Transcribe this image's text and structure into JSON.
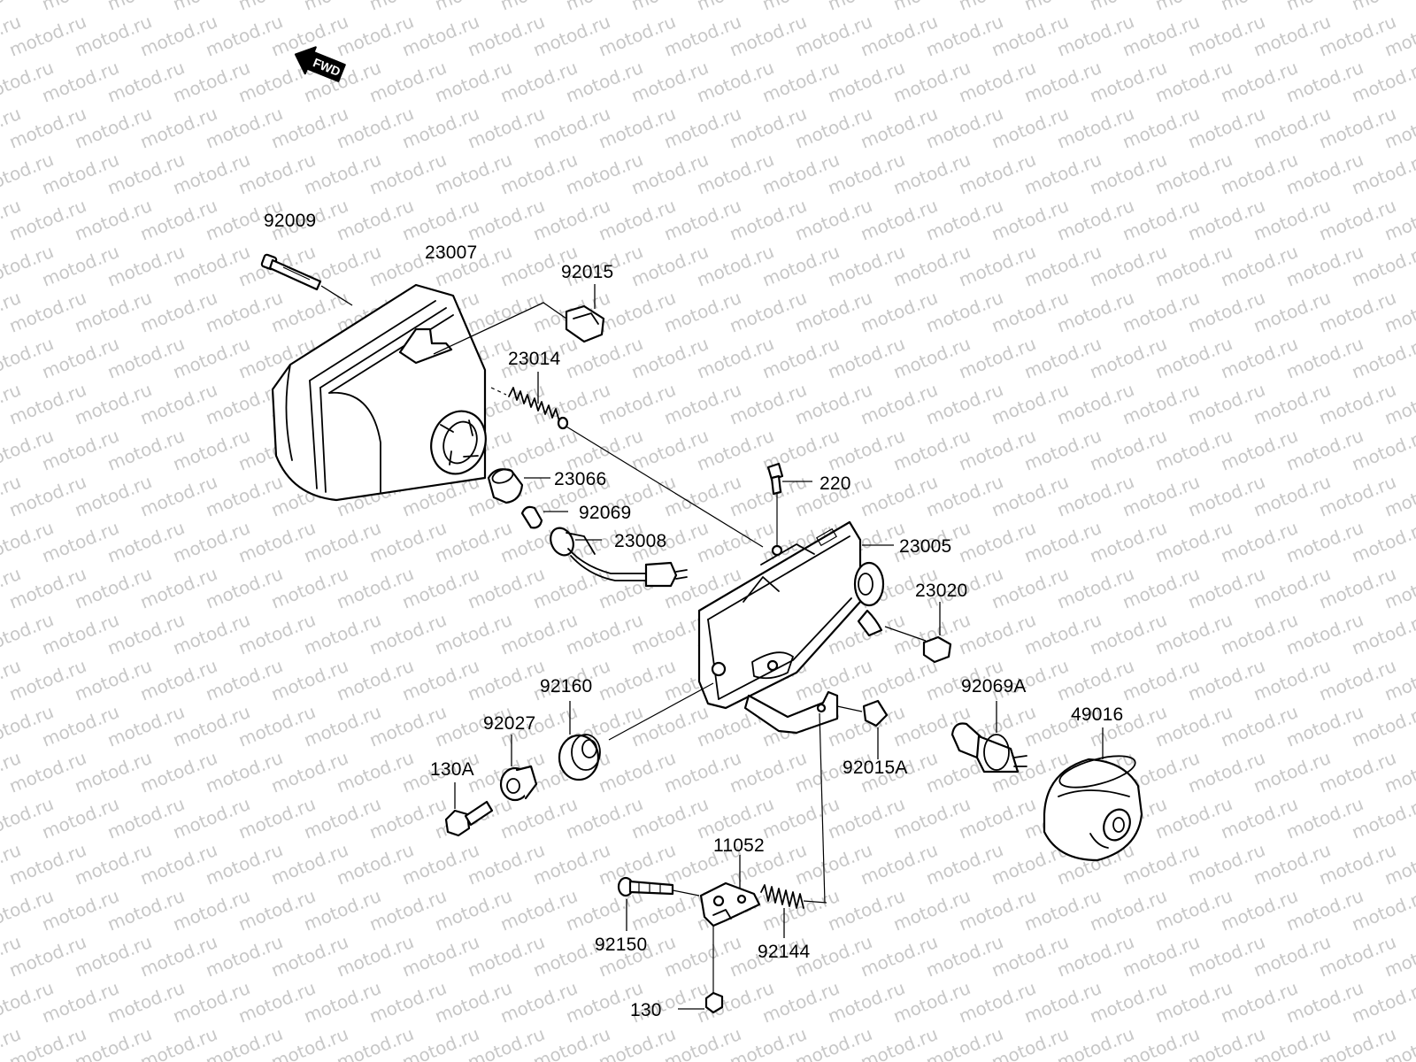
{
  "watermark": {
    "text": "motod.ru",
    "color": "#9a9a9a"
  },
  "direction_badge": {
    "text": "FWD",
    "icon": "arrow-left-icon"
  },
  "part_labels": [
    {
      "id": "92009",
      "text": "92009"
    },
    {
      "id": "23007",
      "text": "23007"
    },
    {
      "id": "92015",
      "text": "92015"
    },
    {
      "id": "23014",
      "text": "23014"
    },
    {
      "id": "23066",
      "text": "23066"
    },
    {
      "id": "92069",
      "text": "92069"
    },
    {
      "id": "23008",
      "text": "23008"
    },
    {
      "id": "220",
      "text": "220"
    },
    {
      "id": "23005",
      "text": "23005"
    },
    {
      "id": "23020",
      "text": "23020"
    },
    {
      "id": "92160",
      "text": "92160"
    },
    {
      "id": "92069A",
      "text": "92069A"
    },
    {
      "id": "49016",
      "text": "49016"
    },
    {
      "id": "92027",
      "text": "92027"
    },
    {
      "id": "130A",
      "text": "130A"
    },
    {
      "id": "92015A",
      "text": "92015A"
    },
    {
      "id": "11052",
      "text": "11052"
    },
    {
      "id": "92150",
      "text": "92150"
    },
    {
      "id": "92144",
      "text": "92144"
    },
    {
      "id": "130",
      "text": "130"
    }
  ]
}
